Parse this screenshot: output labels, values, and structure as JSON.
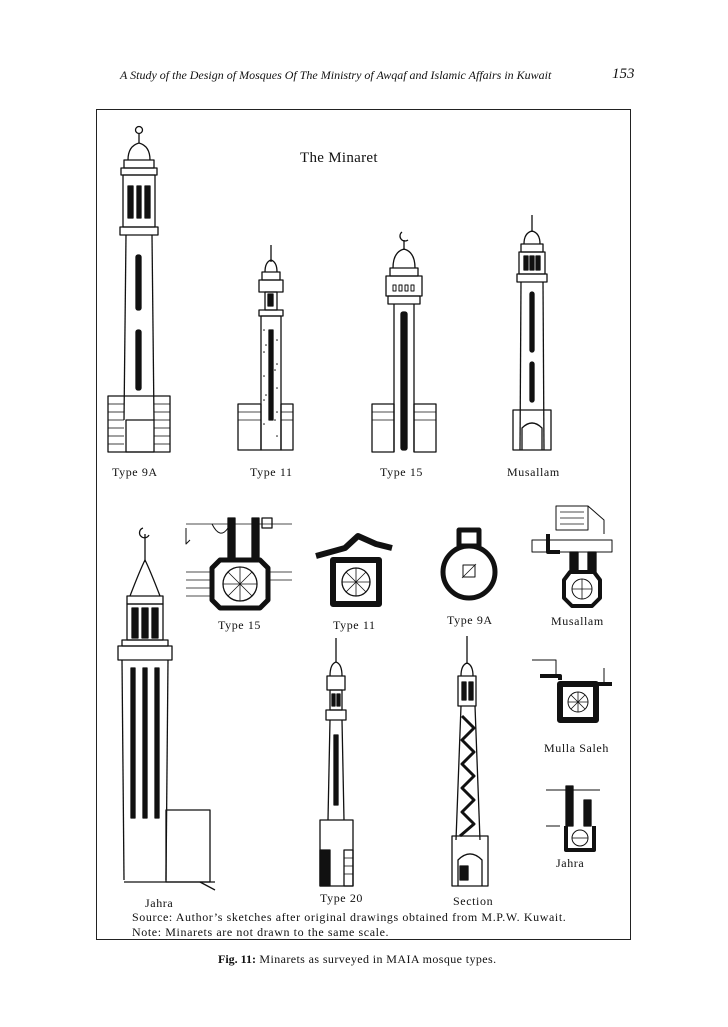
{
  "header": {
    "running_title": "A Study of the Design of Mosques Of The Ministry of Awqaf and Islamic Affairs in Kuwait",
    "page_number": "153"
  },
  "figure": {
    "title": "The Minaret",
    "elevation_labels": {
      "type_9a": "Type 9A",
      "type_11": "Type 11",
      "type_15": "Type 15",
      "musallam": "Musallam"
    },
    "plan_labels": {
      "type_15": "Type 15",
      "type_11": "Type 11",
      "type_9a": "Type 9A",
      "musallam": "Musallam",
      "mulla_saleh": "Mulla Saleh",
      "jahra_plan": "Jahra"
    },
    "lower_labels": {
      "jahra": "Jahra",
      "type_20": "Type 20",
      "section": "Section"
    },
    "source_note": "Source: Author’s sketches after original drawings obtained from M.P.W. Kuwait.",
    "scale_note": "Note: Minarets are not drawn to the same scale."
  },
  "caption": {
    "label": "Fig. 11:",
    "text": " Minarets as surveyed in MAIA mosque types."
  }
}
